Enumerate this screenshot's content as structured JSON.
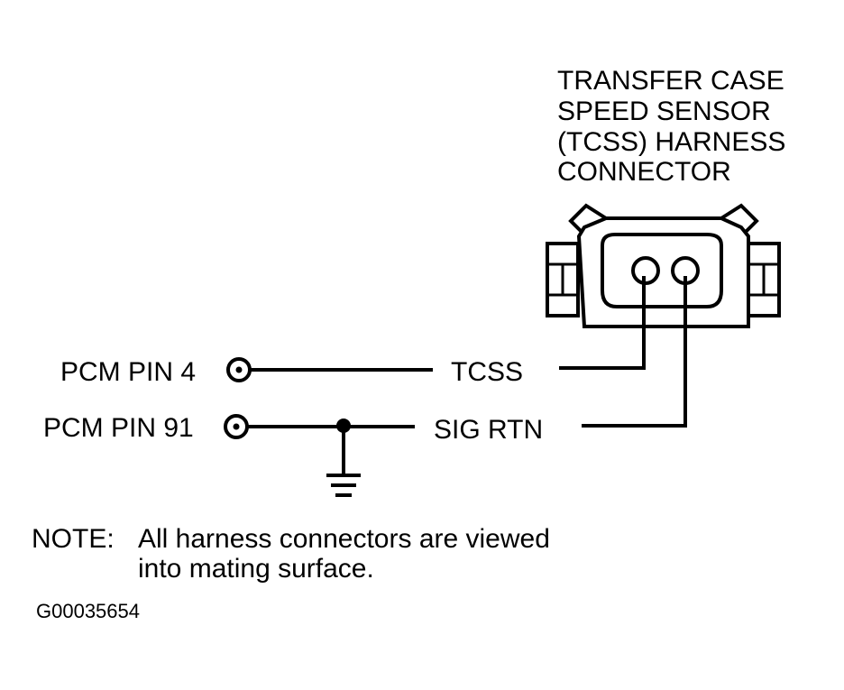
{
  "connector": {
    "title_lines": [
      "TRANSFER CASE",
      "SPEED SENSOR",
      "(TCSS) HARNESS",
      "CONNECTOR"
    ]
  },
  "pins": {
    "pin4_label": "PCM PIN 4",
    "pin91_label": "PCM PIN 91"
  },
  "wires": {
    "tcss_label": "TCSS",
    "sigrtn_label": "SIG RTN"
  },
  "note": {
    "prefix": "NOTE:",
    "line1": "All harness connectors are viewed",
    "line2": "into mating surface."
  },
  "figure_code": "G00035654"
}
